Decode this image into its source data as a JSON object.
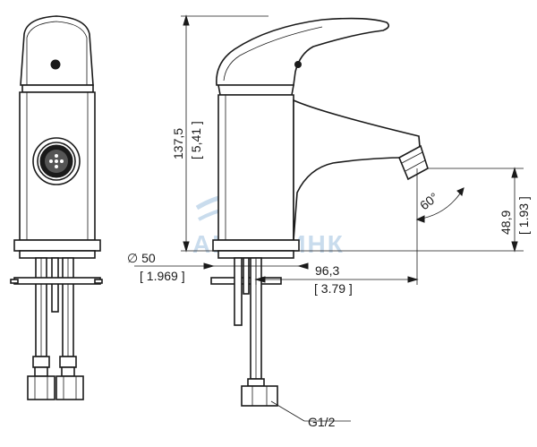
{
  "watermark": {
    "text": "АКВАЛИНК",
    "color": "#c9dced"
  },
  "dimensions": {
    "height_total": "137,5",
    "height_total_in": "[ 5,41 ]",
    "spout_height": "48,9",
    "spout_height_in": "[ 1.93 ]",
    "spout_angle": "60°",
    "base_diameter": "∅ 50",
    "base_diameter_in": "[ 1.969 ]",
    "spout_reach": "96,3",
    "spout_reach_in": "[ 3.79 ]",
    "thread": "G1/2"
  },
  "colors": {
    "line": "#1a1a1a",
    "background": "#ffffff"
  }
}
